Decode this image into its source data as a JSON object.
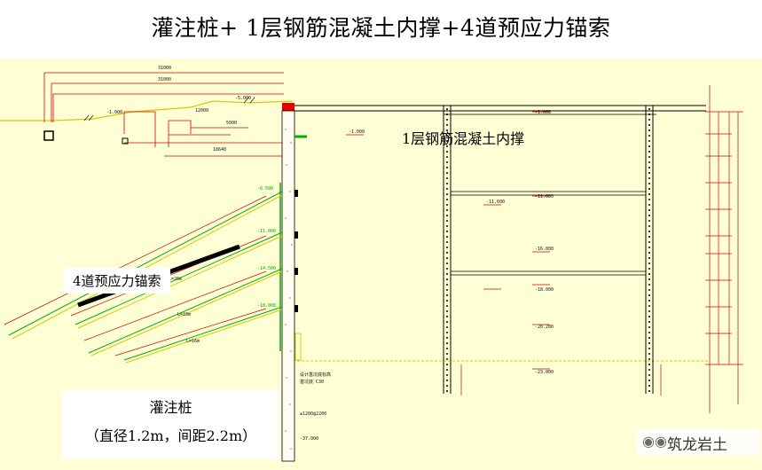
{
  "title": "灌注桩+ 1层钢筋混凝土内撑+4道预应力锚索",
  "labels": {
    "strut": "1层钢筋混凝土内撑",
    "anchors": "4道预应力锚索",
    "pile_title": "灌注桩",
    "pile_spec": "（直径1.2m，间距2.2m）"
  },
  "watermark": {
    "icon": "wechat-icon",
    "text": "筑龙岩土"
  },
  "colors": {
    "background": "#ffffd6",
    "structure_line": "#000000",
    "anchor_green": "#00b000",
    "dimension_red": "#d40000",
    "ground_yellow": "#d8c800",
    "cap_red": "#e00000"
  }
}
